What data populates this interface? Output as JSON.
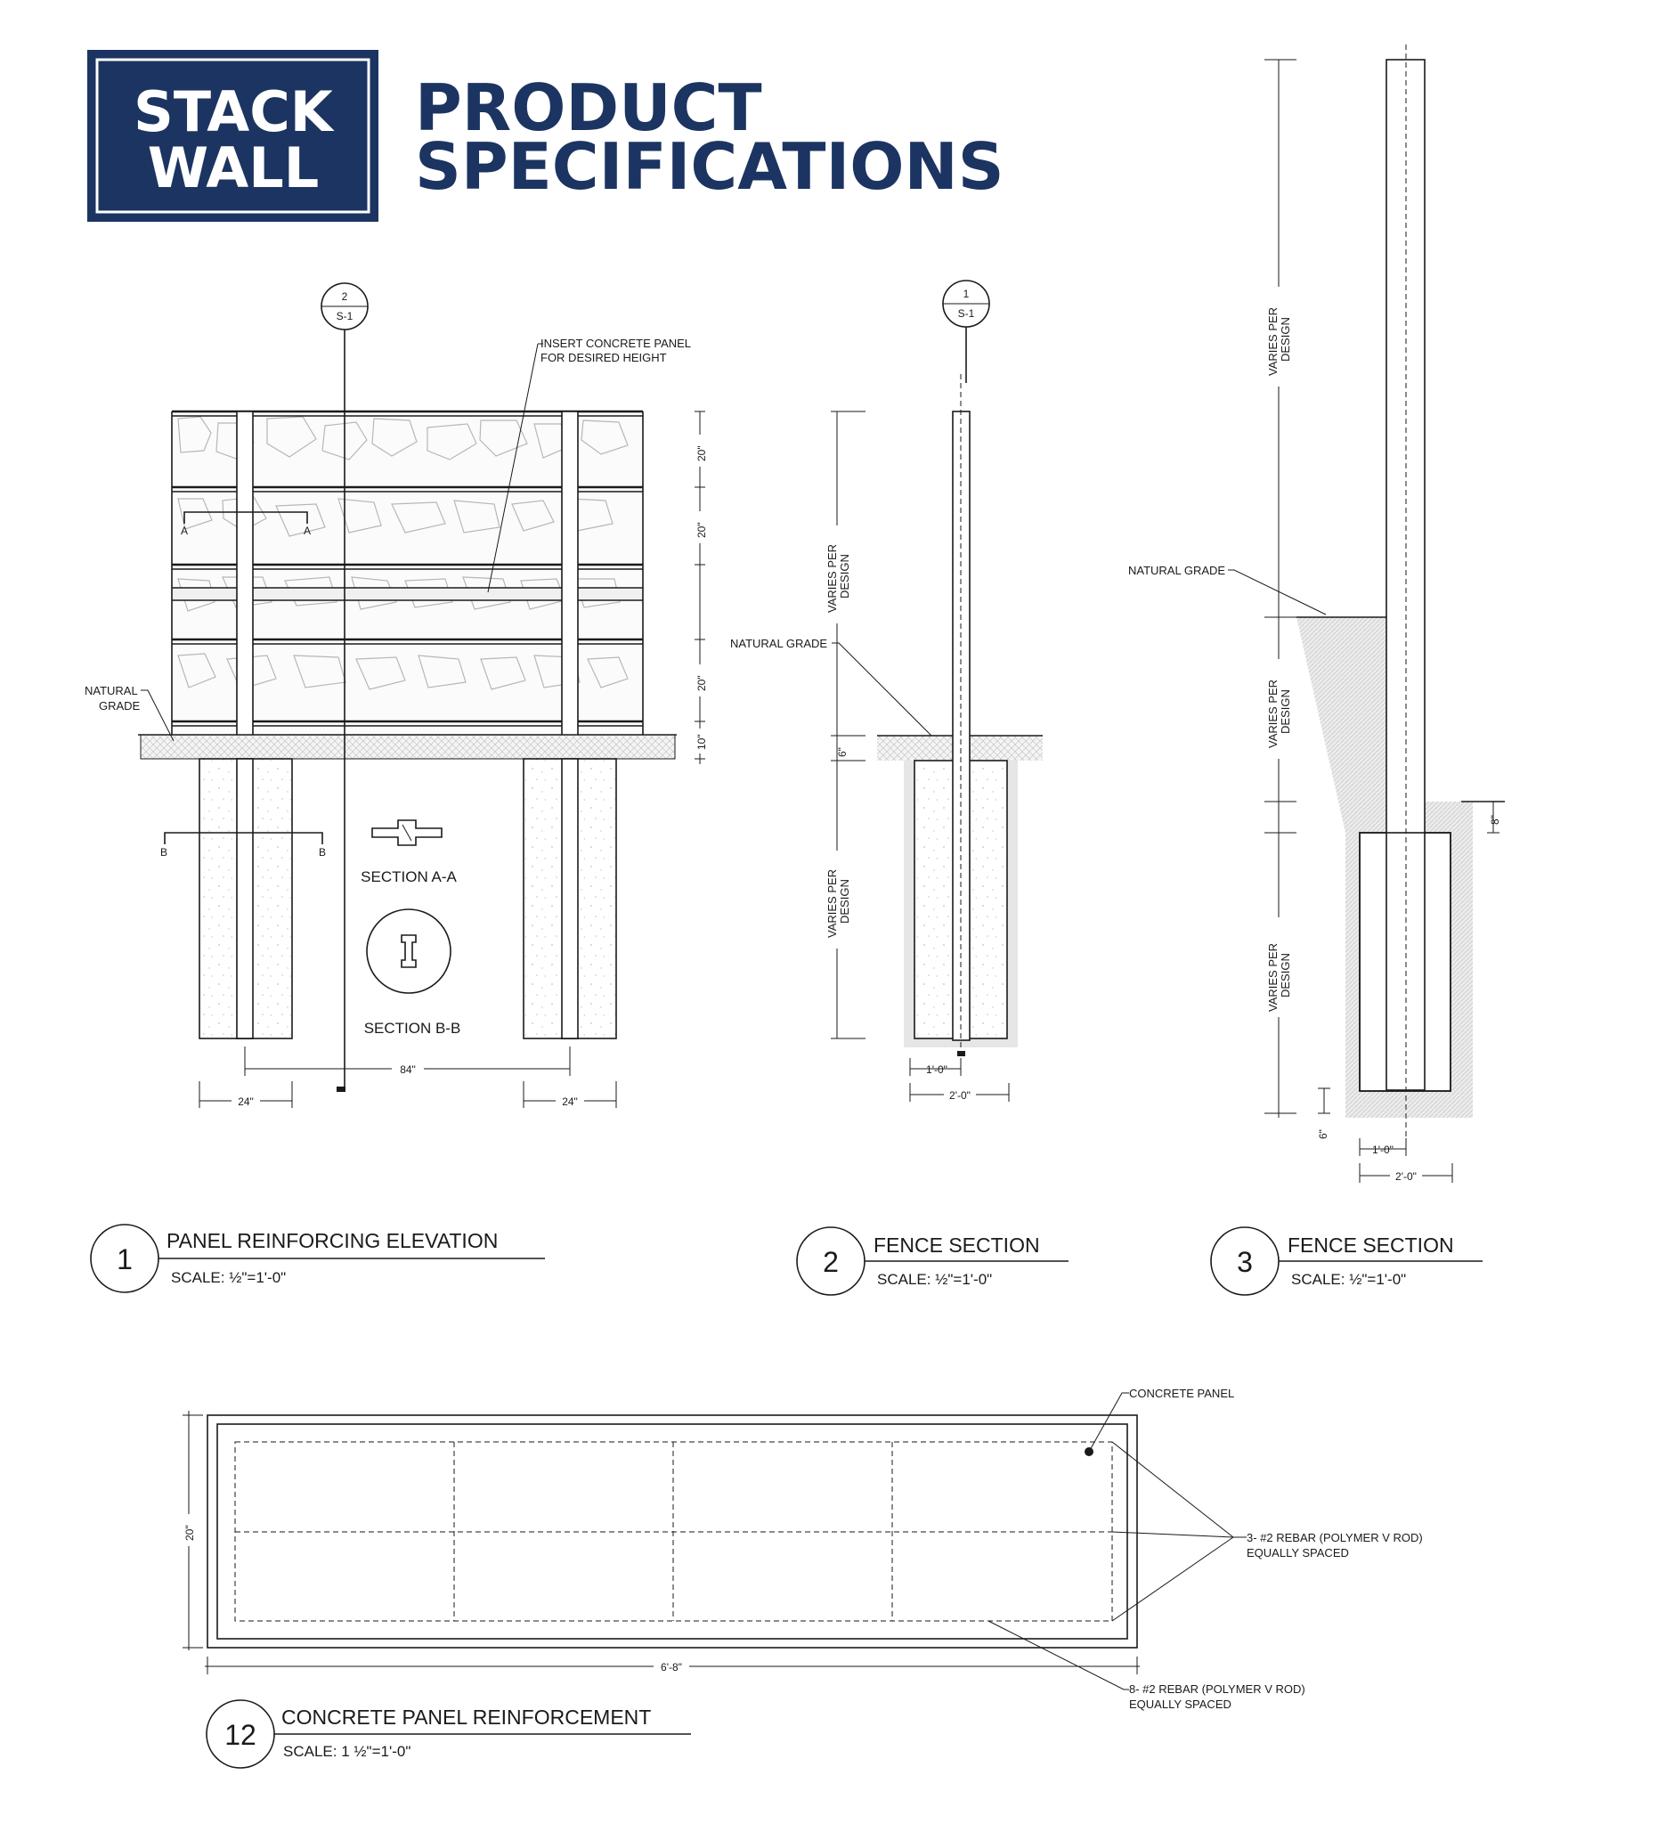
{
  "header": {
    "logo_line1": "STACK",
    "logo_line2": "WALL",
    "title_line1": "PRODUCT",
    "title_line2": "SPECIFICATIONS"
  },
  "colors": {
    "brand_navy": "#1c3461",
    "line": "#1a1a1a",
    "hatch": "#c8c8c8"
  },
  "detail1": {
    "number": "1",
    "title": "PANEL REINFORCING ELEVATION",
    "scale": "SCALE: ½\"=1'-0\"",
    "marker_top": "2",
    "marker_bottom": "S-1",
    "note_panel_line1": "INSERT CONCRETE PANEL",
    "note_panel_line2": "FOR DESIRED HEIGHT",
    "grade_line1": "NATURAL",
    "grade_line2": "GRADE",
    "dim_20_a": "20\"",
    "dim_20_b": "20\"",
    "dim_20_c": "20\"",
    "dim_10": "10\"",
    "dim_84": "84\"",
    "dim_24_left": "24\"",
    "dim_24_right": "24\"",
    "cut_a": "A",
    "cut_b": "B",
    "section_aa": "SECTION A-A",
    "section_bb": "SECTION B-B"
  },
  "detail2": {
    "number": "2",
    "title": "FENCE SECTION",
    "scale": "SCALE: ½\"=1'-0\"",
    "marker_top": "1",
    "marker_bottom": "S-1",
    "varies_line1": "VARIES PER",
    "varies_line2": "DESIGN",
    "grade": "NATURAL GRADE",
    "dim_6": "6\"",
    "dim_1": "1'-0\"",
    "dim_2": "2'-0\""
  },
  "detail3": {
    "number": "3",
    "title": "FENCE SECTION",
    "scale": "SCALE: ½\"=1'-0\"",
    "varies_line1": "VARIES PER",
    "varies_line2": "DESIGN",
    "grade": "NATURAL GRADE",
    "dim_8": "8\"",
    "dim_6": "6\"",
    "dim_1": "1'-0\"",
    "dim_2": "2'-0\""
  },
  "detail12": {
    "number": "12",
    "title": "CONCRETE PANEL REINFORCEMENT",
    "scale": "SCALE: 1 ½\"=1'-0\"",
    "note_panel": "CONCRETE PANEL",
    "note_rebar3_line1": "3- #2 REBAR (POLYMER V ROD)",
    "note_rebar3_line2": "EQUALLY SPACED",
    "note_rebar8_line1": "8- #2 REBAR (POLYMER V ROD)",
    "note_rebar8_line2": "EQUALLY SPACED",
    "dim_20": "20\"",
    "dim_68": "6'-8\""
  }
}
